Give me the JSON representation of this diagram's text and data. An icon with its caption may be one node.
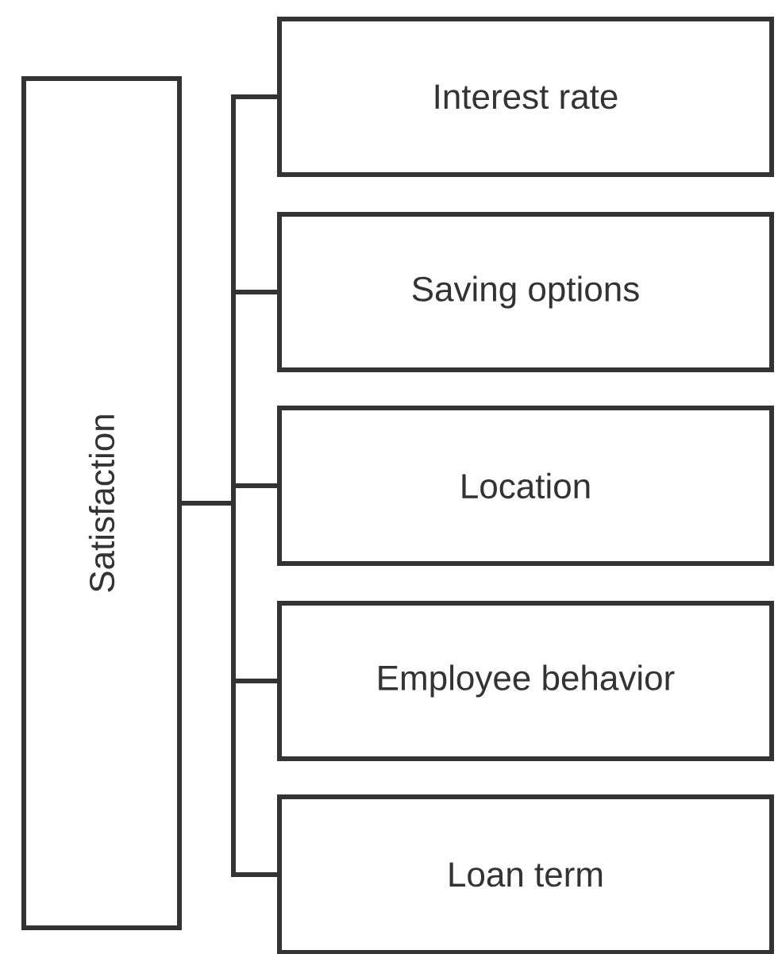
{
  "diagram": {
    "nodes": [
      {
        "text": [
          "Satisfaction"
        ]
      },
      {
        "text": [
          "Interest rate"
        ]
      },
      {
        "text": [
          "Saving options"
        ]
      },
      {
        "text": [
          "Location"
        ]
      },
      {
        "text": [
          "Employee behavior"
        ]
      },
      {
        "text": [
          "Loan term"
        ]
      }
    ],
    "edges": [
      {
        "from": 0,
        "to": 1,
        "arrow": "none"
      },
      {
        "from": 0,
        "to": 2,
        "arrow": "none"
      },
      {
        "from": 0,
        "to": 3,
        "arrow": "none"
      },
      {
        "from": 0,
        "to": 4,
        "arrow": "none"
      },
      {
        "from": 0,
        "to": 5,
        "arrow": "none"
      }
    ]
  }
}
